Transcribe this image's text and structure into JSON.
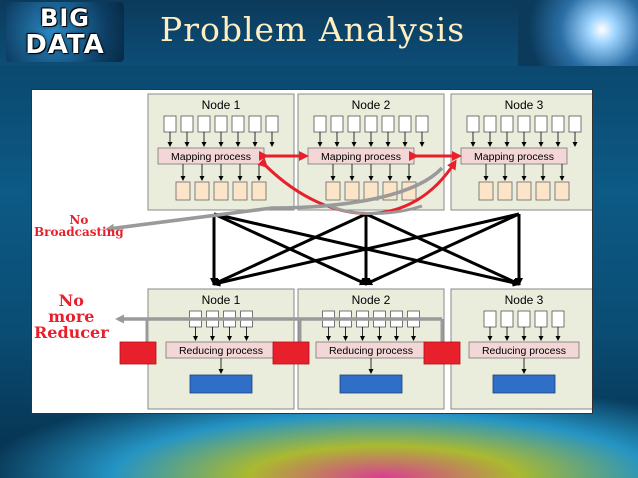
{
  "slide": {
    "logo_line1": "BIG",
    "logo_line2": "DATA",
    "title": "Problem Analysis"
  },
  "diagram": {
    "top_nodes": [
      {
        "label": "Node 1",
        "process": "Mapping process"
      },
      {
        "label": "Node 2",
        "process": "Mapping process"
      },
      {
        "label": "Node 3",
        "process": "Mapping process"
      }
    ],
    "bottom_nodes": [
      {
        "label": "Node 1",
        "process": "Reducing process"
      },
      {
        "label": "Node 2",
        "process": "Reducing process"
      },
      {
        "label": "Node 3",
        "process": "Reducing process"
      }
    ]
  },
  "annotations": {
    "no_broadcasting_l1": "No",
    "no_broadcasting_l2": "Broadcasting",
    "no_more_reducer_l1": "No",
    "no_more_reducer_l2": "more",
    "no_more_reducer_l3": "Reducer"
  },
  "colors": {
    "node_fill": "#eaecdc",
    "process_fill": "#f3d6d6",
    "output_fill": "#fbe4c8",
    "result_fill": "#2f6fc7",
    "annotation_red": "#e8202c",
    "arrow_grey": "#9a9a9a"
  }
}
